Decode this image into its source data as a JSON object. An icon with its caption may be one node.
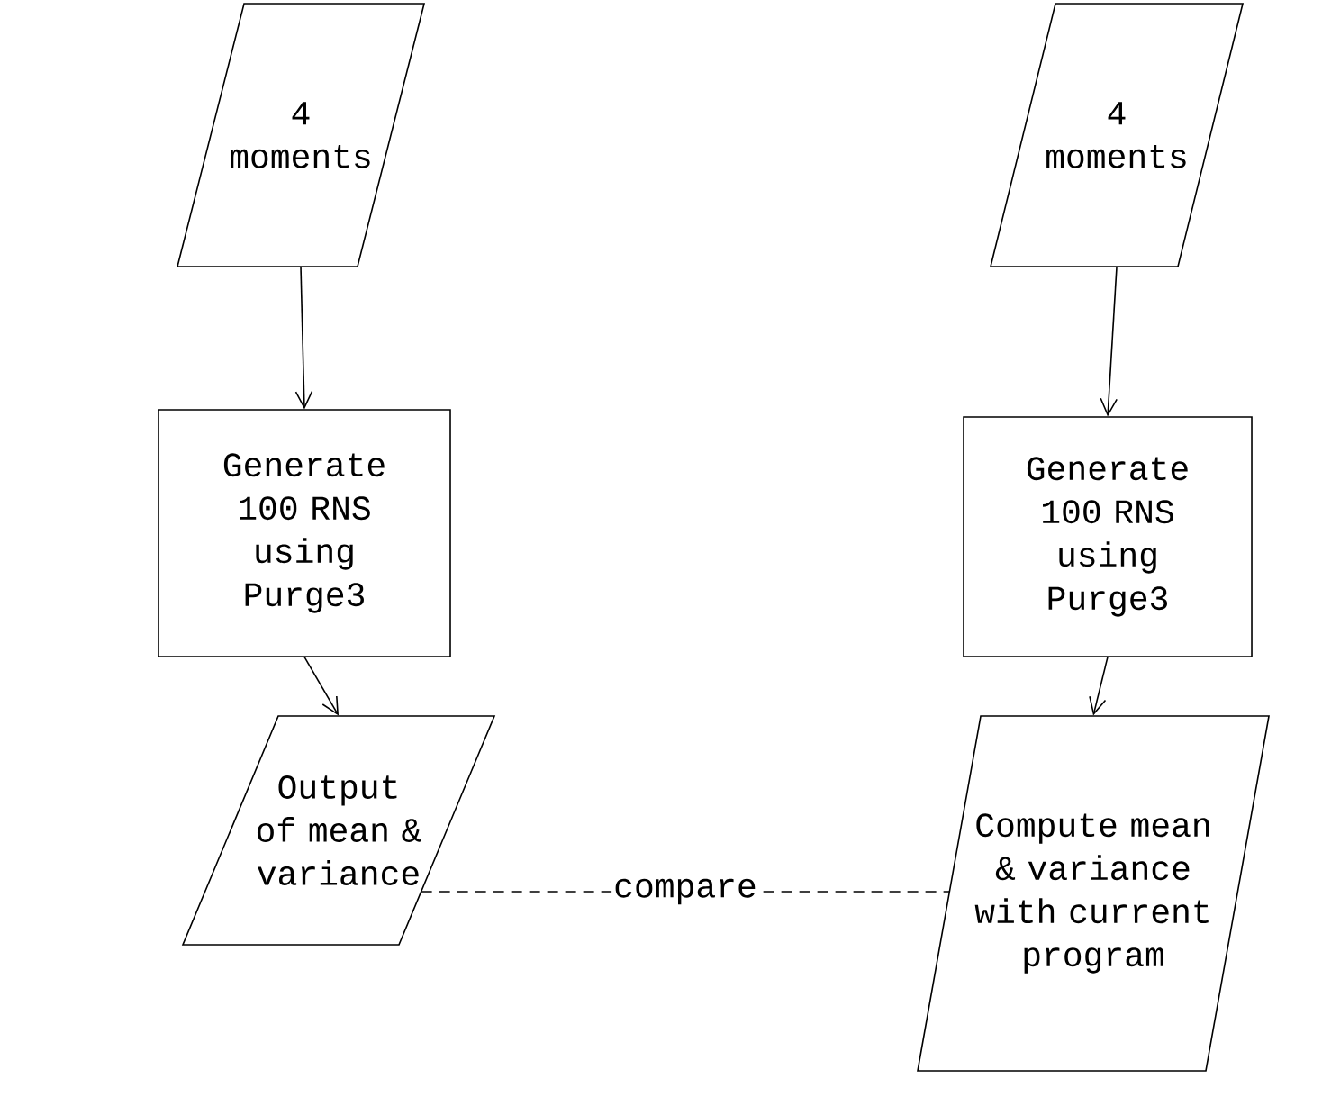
{
  "diagram": {
    "nodes": [
      {
        "text": [
          "4 moments"
        ]
      },
      {
        "text": [
          "4 moments"
        ]
      },
      {
        "text": [
          "Generate 100 RNS using Purge3"
        ]
      },
      {
        "text": [
          "Generate 100 RNS using Purge3"
        ]
      },
      {
        "text": [
          "Output of mean & variance"
        ]
      },
      {
        "text": [
          "Compute mean & variance with current program"
        ]
      }
    ],
    "edges": [
      {
        "from": 0,
        "to": 2,
        "arrow": "to"
      },
      {
        "from": 1,
        "to": 3,
        "arrow": "to"
      },
      {
        "from": 2,
        "to": 4,
        "arrow": "to"
      },
      {
        "from": 3,
        "to": 5,
        "arrow": "to"
      },
      {
        "from": 4,
        "to": 5,
        "arrow": "none",
        "style": "dashed",
        "label": "compare"
      }
    ]
  }
}
